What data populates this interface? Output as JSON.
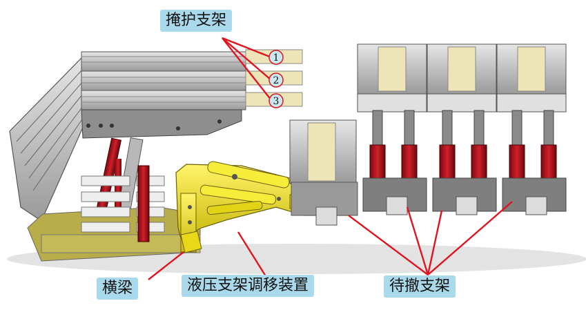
{
  "labels": {
    "shield_support": "掩护支架",
    "crossbeam": "横梁",
    "hydraulic_device": "液压支架调移装置",
    "pending_support": "待撤支架"
  },
  "callouts": [
    "1",
    "2",
    "3"
  ],
  "colors": {
    "label_bg": "#a9d9ea",
    "leader_line": "#e0141e",
    "steel": "#c9c9c9",
    "steel_dark": "#5a5a5a",
    "hydraulic_cylinder": "#b0141e",
    "device_yellow": "#f2e51e",
    "plate_tan": "#ede5b8"
  }
}
